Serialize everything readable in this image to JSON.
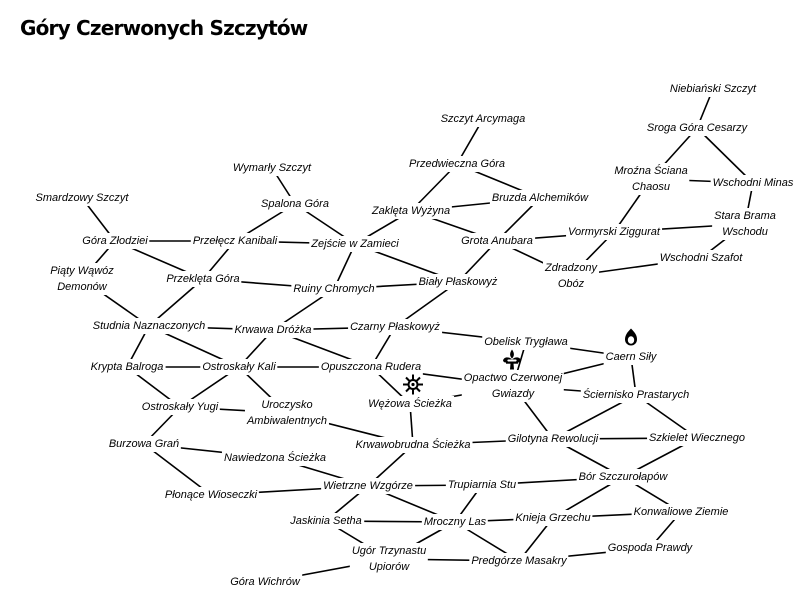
{
  "map": {
    "title": "Góry Czerwonych Szczytów",
    "line_color": "#000000",
    "background_color": "#ffffff",
    "locations": [
      {
        "id": "niebianski-szczyt",
        "name": "Niebiański Szczyt"
      },
      {
        "id": "szczyt-arcymaga",
        "name": "Szczyt Arcymaga"
      },
      {
        "id": "sroga-gora-cesarzy",
        "name": "Sroga Góra Cesarzy"
      },
      {
        "id": "wymarly-szczyt",
        "name": "Wymarły Szczyt"
      },
      {
        "id": "przedwieczna-gora",
        "name": "Przedwieczna Góra"
      },
      {
        "id": "mrozna-sciana-chaosu",
        "name": "Mroźna Ściana Chaosu"
      },
      {
        "id": "wschodni-minas",
        "name": "Wschodni Minas"
      },
      {
        "id": "smardzowy-szczyt",
        "name": "Smardzowy Szczyt"
      },
      {
        "id": "spalona-gora",
        "name": "Spalona Góra"
      },
      {
        "id": "bruzda-alchemikow",
        "name": "Bruzda Alchemików"
      },
      {
        "id": "zakleta-wyzyna",
        "name": "Zaklęta Wyżyna"
      },
      {
        "id": "stara-brama-wschodu",
        "name": "Stara Brama Wschodu"
      },
      {
        "id": "gora-zlodziei",
        "name": "Góra Złodziei"
      },
      {
        "id": "przelecz-kanibali",
        "name": "Przełęcz Kanibali"
      },
      {
        "id": "zejscie-w-zamieci",
        "name": "Zejście w Zamieci"
      },
      {
        "id": "grota-anubara",
        "name": "Grota Anubara"
      },
      {
        "id": "vormyrski-ziggurat",
        "name": "Vormyrski Ziggurat"
      },
      {
        "id": "wschodni-szafot",
        "name": "Wschodni Szafot"
      },
      {
        "id": "piaty-wawoz-demonow",
        "name": "Piąty Wąwóz Demonów"
      },
      {
        "id": "przekleta-gora",
        "name": "Przeklęta Góra"
      },
      {
        "id": "zdradzony-oboz",
        "name": "Zdradzony Obóz"
      },
      {
        "id": "bialy-plaskowyz",
        "name": "Biały Płaskowyż"
      },
      {
        "id": "ruiny-chromych",
        "name": "Ruiny Chromych"
      },
      {
        "id": "studnia-naznaczonych",
        "name": "Studnia Naznaczonych"
      },
      {
        "id": "krwawa-drozka",
        "name": "Krwawa Dróżka"
      },
      {
        "id": "czarny-plaskowyz",
        "name": "Czarny Płaskowyż"
      },
      {
        "id": "obelisk-tryglawa",
        "name": "Obelisk Trygława"
      },
      {
        "id": "caern-sily",
        "name": "Caern Siły"
      },
      {
        "id": "krypta-balroga",
        "name": "Krypta Balroga"
      },
      {
        "id": "ostroskaly-kali",
        "name": "Ostroskały Kali"
      },
      {
        "id": "opuszczona-rudera",
        "name": "Opuszczona Rudera"
      },
      {
        "id": "opactwo-czerwonej-gwiazdy",
        "name": "Opactwo Czerwonej Gwiazdy"
      },
      {
        "id": "sciernisko-prastarych",
        "name": "Ściernisko Prastarych"
      },
      {
        "id": "ostroskaly-yugi",
        "name": "Ostroskały Yugi"
      },
      {
        "id": "uroczysko-ambiwalentnych",
        "name": "Uroczysko Ambiwalentnych"
      },
      {
        "id": "wezowa-sciezka",
        "name": "Wężowa Ścieżka"
      },
      {
        "id": "burzowa-gran",
        "name": "Burzowa Grań"
      },
      {
        "id": "krwawobrudna-sciezka",
        "name": "Krwawobrudna Ścieżka"
      },
      {
        "id": "gilotyna-rewolucji",
        "name": "Gilotyna Rewolucji"
      },
      {
        "id": "szkielet-wiecznego",
        "name": "Szkielet Wiecznego"
      },
      {
        "id": "nawiedzona-sciezka",
        "name": "Nawiedzona Ścieżka"
      },
      {
        "id": "bor-szczurolapow",
        "name": "Bór Szczurołapów"
      },
      {
        "id": "plonace-wioseczki",
        "name": "Płonące Wioseczki"
      },
      {
        "id": "wietrzne-wzgorze",
        "name": "Wietrzne Wzgórze"
      },
      {
        "id": "trupiarnia-stu",
        "name": "Trupiarnia Stu"
      },
      {
        "id": "konwaliowe-ziemie",
        "name": "Konwaliowe Ziemie"
      },
      {
        "id": "jaskinia-setha",
        "name": "Jaskinia Setha"
      },
      {
        "id": "mroczny-las",
        "name": "Mroczny Las"
      },
      {
        "id": "knieja-grzechu",
        "name": "Knieja Grzechu"
      },
      {
        "id": "ugor-trzynastu-upiorow",
        "name": "Ugór Trzynastu Upiorów"
      },
      {
        "id": "gospoda-prawdy",
        "name": "Gospoda Prawdy"
      },
      {
        "id": "gora-wichrow",
        "name": "Góra Wichrów"
      },
      {
        "id": "predgorze-masakry",
        "name": "Predgórze Masakry"
      }
    ],
    "connections": [
      [
        "niebianski-szczyt",
        "sroga-gora-cesarzy"
      ],
      [
        "sroga-gora-cesarzy",
        "mrozna-sciana-chaosu"
      ],
      [
        "sroga-gora-cesarzy",
        "wschodni-minas"
      ],
      [
        "mrozna-sciana-chaosu",
        "wschodni-minas"
      ],
      [
        "mrozna-sciana-chaosu",
        "vormyrski-ziggurat"
      ],
      [
        "wschodni-minas",
        "stara-brama-wschodu"
      ],
      [
        "stara-brama-wschodu",
        "vormyrski-ziggurat"
      ],
      [
        "stara-brama-wschodu",
        "wschodni-szafot"
      ],
      [
        "szczyt-arcymaga",
        "przedwieczna-gora"
      ],
      [
        "przedwieczna-gora",
        "zakleta-wyzyna"
      ],
      [
        "przedwieczna-gora",
        "bruzda-alchemikow"
      ],
      [
        "bruzda-alchemikow",
        "zakleta-wyzyna"
      ],
      [
        "bruzda-alchemikow",
        "grota-anubara"
      ],
      [
        "zakleta-wyzyna",
        "zejscie-w-zamieci"
      ],
      [
        "zakleta-wyzyna",
        "grota-anubara"
      ],
      [
        "grota-anubara",
        "vormyrski-ziggurat"
      ],
      [
        "grota-anubara",
        "zdradzony-oboz"
      ],
      [
        "grota-anubara",
        "bialy-plaskowyz"
      ],
      [
        "vormyrski-ziggurat",
        "zdradzony-oboz"
      ],
      [
        "zdradzony-oboz",
        "wschodni-szafot"
      ],
      [
        "wymarly-szczyt",
        "spalona-gora"
      ],
      [
        "spalona-gora",
        "przelecz-kanibali"
      ],
      [
        "spalona-gora",
        "zejscie-w-zamieci"
      ],
      [
        "smardzowy-szczyt",
        "gora-zlodziei"
      ],
      [
        "gora-zlodziei",
        "przelecz-kanibali"
      ],
      [
        "gora-zlodziei",
        "piaty-wawoz-demonow"
      ],
      [
        "gora-zlodziei",
        "przekleta-gora"
      ],
      [
        "przelecz-kanibali",
        "zejscie-w-zamieci"
      ],
      [
        "przelecz-kanibali",
        "przekleta-gora"
      ],
      [
        "zejscie-w-zamieci",
        "ruiny-chromych"
      ],
      [
        "zejscie-w-zamieci",
        "bialy-plaskowyz"
      ],
      [
        "piaty-wawoz-demonow",
        "studnia-naznaczonych"
      ],
      [
        "przekleta-gora",
        "ruiny-chromych"
      ],
      [
        "przekleta-gora",
        "studnia-naznaczonych"
      ],
      [
        "ruiny-chromych",
        "bialy-plaskowyz"
      ],
      [
        "ruiny-chromych",
        "krwawa-drozka"
      ],
      [
        "bialy-plaskowyz",
        "czarny-plaskowyz"
      ],
      [
        "studnia-naznaczonych",
        "krwawa-drozka"
      ],
      [
        "studnia-naznaczonych",
        "krypta-balroga"
      ],
      [
        "studnia-naznaczonych",
        "ostroskaly-kali"
      ],
      [
        "krwawa-drozka",
        "czarny-plaskowyz"
      ],
      [
        "krwawa-drozka",
        "ostroskaly-kali"
      ],
      [
        "krwawa-drozka",
        "opuszczona-rudera"
      ],
      [
        "czarny-plaskowyz",
        "obelisk-tryglawa"
      ],
      [
        "czarny-plaskowyz",
        "opuszczona-rudera"
      ],
      [
        "obelisk-tryglawa",
        "caern-sily"
      ],
      [
        "obelisk-tryglawa",
        "opactwo-czerwonej-gwiazdy"
      ],
      [
        "caern-sily",
        "opactwo-czerwonej-gwiazdy"
      ],
      [
        "caern-sily",
        "sciernisko-prastarych"
      ],
      [
        "krypta-balroga",
        "ostroskaly-kali"
      ],
      [
        "ostroskaly-kali",
        "opuszczona-rudera"
      ],
      [
        "ostroskaly-kali",
        "ostroskaly-yugi"
      ],
      [
        "ostroskaly-kali",
        "uroczysko-ambiwalentnych"
      ],
      [
        "opuszczona-rudera",
        "opactwo-czerwonej-gwiazdy"
      ],
      [
        "opuszczona-rudera",
        "wezowa-sciezka"
      ],
      [
        "opactwo-czerwonej-gwiazdy",
        "wezowa-sciezka"
      ],
      [
        "opactwo-czerwonej-gwiazdy",
        "sciernisko-prastarych"
      ],
      [
        "opactwo-czerwonej-gwiazdy",
        "gilotyna-rewolucji"
      ],
      [
        "krypta-balroga",
        "ostroskaly-yugi"
      ],
      [
        "ostroskaly-yugi",
        "uroczysko-ambiwalentnych"
      ],
      [
        "ostroskaly-yugi",
        "burzowa-gran"
      ],
      [
        "uroczysko-ambiwalentnych",
        "krwawobrudna-sciezka"
      ],
      [
        "burzowa-gran",
        "nawiedzona-sciezka"
      ],
      [
        "burzowa-gran",
        "plonace-wioseczki"
      ],
      [
        "nawiedzona-sciezka",
        "wietrzne-wzgorze"
      ],
      [
        "wezowa-sciezka",
        "krwawobrudna-sciezka"
      ],
      [
        "krwawobrudna-sciezka",
        "wietrzne-wzgorze"
      ],
      [
        "krwawobrudna-sciezka",
        "gilotyna-rewolucji"
      ],
      [
        "gilotyna-rewolucji",
        "sciernisko-prastarych"
      ],
      [
        "gilotyna-rewolucji",
        "szkielet-wiecznego"
      ],
      [
        "gilotyna-rewolucji",
        "bor-szczurolapow"
      ],
      [
        "sciernisko-prastarych",
        "szkielet-wiecznego"
      ],
      [
        "szkielet-wiecznego",
        "bor-szczurolapow"
      ],
      [
        "bor-szczurolapow",
        "trupiarnia-stu"
      ],
      [
        "bor-szczurolapow",
        "knieja-grzechu"
      ],
      [
        "bor-szczurolapow",
        "konwaliowe-ziemie"
      ],
      [
        "plonace-wioseczki",
        "wietrzne-wzgorze"
      ],
      [
        "wietrzne-wzgorze",
        "trupiarnia-stu"
      ],
      [
        "wietrzne-wzgorze",
        "jaskinia-setha"
      ],
      [
        "wietrzne-wzgorze",
        "mroczny-las"
      ],
      [
        "trupiarnia-stu",
        "mroczny-las"
      ],
      [
        "jaskinia-setha",
        "ugor-trzynastu-upiorow"
      ],
      [
        "jaskinia-setha",
        "mroczny-las"
      ],
      [
        "mroczny-las",
        "knieja-grzechu"
      ],
      [
        "mroczny-las",
        "ugor-trzynastu-upiorow"
      ],
      [
        "mroczny-las",
        "predgorze-masakry"
      ],
      [
        "knieja-grzechu",
        "konwaliowe-ziemie"
      ],
      [
        "knieja-grzechu",
        "predgorze-masakry"
      ],
      [
        "konwaliowe-ziemie",
        "gospoda-prawdy"
      ],
      [
        "gospoda-prawdy",
        "predgorze-masakry"
      ],
      [
        "ugor-trzynastu-upiorow",
        "gora-wichrow"
      ],
      [
        "ugor-trzynastu-upiorow",
        "predgorze-masakry"
      ]
    ],
    "icons": [
      {
        "name": "fire-ring-icon",
        "at": "caern-sily"
      },
      {
        "name": "fleur-de-lis-icon",
        "at": "opactwo-czerwonej-gwiazdy"
      },
      {
        "name": "sun-icon",
        "at": "wezowa-sciezka"
      }
    ]
  }
}
